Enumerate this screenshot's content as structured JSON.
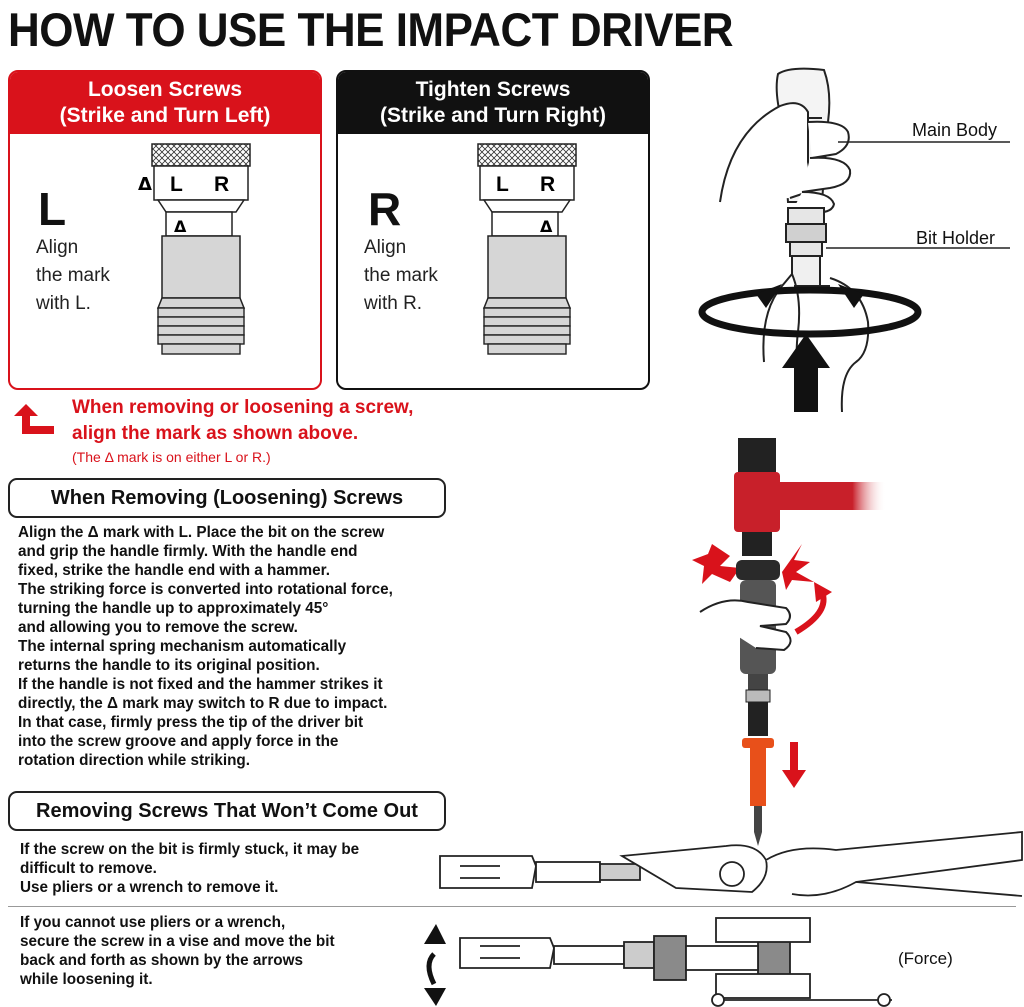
{
  "title": "HOW TO USE THE IMPACT DRIVER",
  "loosen": {
    "head_line1": "Loosen Screws",
    "head_line2": "(Strike and Turn Left)",
    "letter": "L",
    "align_lines": [
      "Align",
      "the mark",
      "with L."
    ],
    "ring_left": "L",
    "ring_right": "R",
    "delta": "Δ",
    "color": "#d9121b"
  },
  "tighten": {
    "head_line1": "Tighten Screws",
    "head_line2": "(Strike and Turn Right)",
    "letter": "R",
    "align_lines": [
      "Align",
      "the mark",
      "with R."
    ],
    "ring_left": "L",
    "ring_right": "R",
    "delta": "Δ",
    "color": "#111111"
  },
  "note": {
    "line1": "When removing or loosening a screw,",
    "line2": "align the mark as shown above.",
    "line3": "(The Δ mark is on either L or R.)"
  },
  "removing": {
    "heading": "When Removing (Loosening) Screws",
    "lines": [
      "Align the Δ mark with L. Place the bit on the screw",
      "and grip the handle firmly. With the handle end",
      "fixed, strike the handle end with a hammer.",
      "The striking force is converted into rotational force,",
      "turning the handle up to approximately 45°",
      "and allowing you to remove the screw.",
      "The internal spring mechanism automatically",
      "returns the handle to its original position.",
      "If the handle is not fixed and the hammer strikes it",
      "directly, the Δ mark may switch to R due to impact.",
      "In that case, firmly press the tip of the driver bit",
      "into the screw groove and apply force in the",
      "rotation direction while striking."
    ]
  },
  "stuck": {
    "heading": "Removing Screws That Won’t Come Out",
    "lines1": [
      "If the screw on the bit is firmly stuck, it may be",
      "difficult to remove.",
      "Use pliers or a wrench to remove it."
    ],
    "lines2": [
      "If you cannot use pliers or a wrench,",
      "secure the screw in a vise and move the bit",
      "back and forth as shown by the arrows",
      "while loosening it."
    ]
  },
  "labels": {
    "main_body": "Main Body",
    "bit_holder": "Bit Holder",
    "force": "(Force)"
  },
  "colors": {
    "accent_red": "#d9121b",
    "black": "#111111",
    "hammer_red": "#c8202a",
    "bit_orange": "#e8501a"
  }
}
